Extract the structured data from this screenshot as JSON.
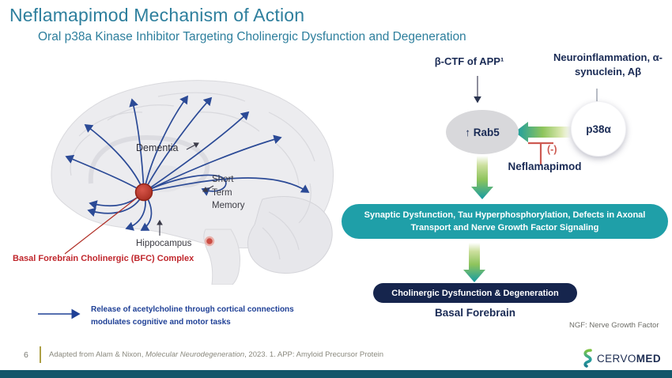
{
  "slide": {
    "title": "Neflamapimod Mechanism of Action",
    "subtitle": "Oral p38a Kinase Inhibitor Targeting Cholinergic Dysfunction and Degeneration"
  },
  "brain": {
    "label_dementia": "Dementia",
    "label_short_term_memory": "Short\nTerm\nMemory",
    "label_hippocampus": "Hippocampus",
    "label_bfc": "Basal Forebrain Cholinergic (BFC) Complex",
    "caption": "Release of acetylcholine through cortical connections\nmodulates cognitive and motor tasks"
  },
  "pathway": {
    "input_left": "β-CTF of APP¹",
    "input_right": "Neuroinflammation, α-synuclein, Aβ",
    "rab5": "↑ Rab5",
    "p38": "p38α",
    "inhibition": "(-)",
    "drug": "Neflamapimod",
    "effects_box": "Synaptic Dysfunction,  Tau Hyperphosphorylation, Defects in Axonal Transport and  Nerve Growth Factor Signaling",
    "outcome_box": "Cholinergic Dysfunction & Degeneration",
    "outcome_location": "Basal Forebrain",
    "ngf_note": "NGF: Nerve Growth Factor"
  },
  "footer": {
    "page_number": "6",
    "citation_prefix": "Adapted from Alam & Nixon, ",
    "citation_journal": "Molecular Neurodegeneration",
    "citation_suffix": ", 2023. 1. APP: Amyloid Precursor Protein",
    "logo_cervo": "CERVO",
    "logo_med": "MED"
  },
  "colors": {
    "title_teal": "#2e7f9d",
    "flow_teal": "#1f9fa8",
    "navy": "#16254d",
    "gradient_green": "#8ec45c",
    "inhibit_red": "#cd5a52",
    "bfc_red": "#c0272d",
    "bottom_bar": "#12566a"
  }
}
